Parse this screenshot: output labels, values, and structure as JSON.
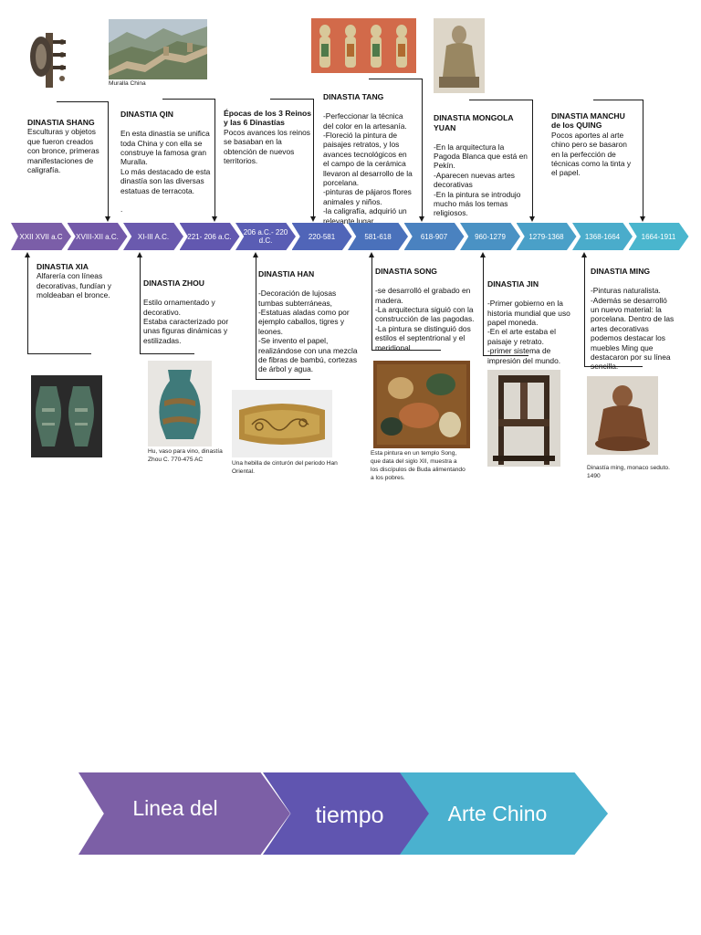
{
  "timeline": [
    {
      "label": "XXII XVII a.C",
      "color": "#7b5ea8"
    },
    {
      "label": "XVIII-XII a.C.",
      "color": "#7359a9"
    },
    {
      "label": "XI-III A.C.",
      "color": "#6a5aae"
    },
    {
      "label": "221- 206 a.C.",
      "color": "#6258b0"
    },
    {
      "label": "206 a.C.- 220 d.C.",
      "color": "#5a5db4"
    },
    {
      "label": "220-581",
      "color": "#5065b8"
    },
    {
      "label": "581-618",
      "color": "#4a71bb"
    },
    {
      "label": "618-907",
      "color": "#4a82c0"
    },
    {
      "label": "960-1279",
      "color": "#4a92c4"
    },
    {
      "label": "1279-1368",
      "color": "#4aa0c8"
    },
    {
      "label": "1368-1664",
      "color": "#4aaccb"
    },
    {
      "label": "1664-1911",
      "color": "#4ab6ce"
    }
  ],
  "top": {
    "shang": {
      "title": "DINASTIA SHANG",
      "body": "Esculturas y objetos que fueron creados con bronce, primeras manifestaciones de caligrafía."
    },
    "qin": {
      "title": "DINASTIA QIN",
      "body": "En esta  dinastía se unifica toda China y con ella se construye la famosa gran Muralla.\n Lo más destacado de esta dinastía son las diversas estatuas de terracota.\n\n."
    },
    "tres_reinos": {
      "title": "Épocas de los 3 Reinos y las 6 Dinastías",
      "body": "Pocos avances los reinos se basaban en la obtención de nuevos territorios."
    },
    "tang": {
      "title": "DINASTIA TANG",
      "body": "-Perfeccionar la técnica del color en la artesanía.\n-Floreció la pintura de paisajes retratos, y los avances tecnológicos en el campo de la cerámica llevaron al desarrollo de la porcelana.\n-pinturas de pájaros flores animales y niños.\n-la caligrafía, adquirió un relevante lugar."
    },
    "yuan": {
      "title": "DINASTIA MONGOLA YUAN",
      "body": " -En la arquitectura la Pagoda Blanca que está en Pekín.\n-Aparecen nuevas artes decorativas\n-En la pintura se introdujo mucho más los temas religiosos."
    },
    "qing": {
      "title": "DINASTIA MANCHU de los QUING",
      "body": "Pocos aportes al arte chino pero se basaron en la perfección de técnicas como la tinta y el papel."
    }
  },
  "bottom": {
    "xia": {
      "title": "DINASTIA XIA",
      "body": "Alfarería con líneas decorativas, fundían y moldeaban el bronce."
    },
    "zhou": {
      "title": "DINASTIA ZHOU",
      "body": "Estilo ornamentado y decorativo.\n Estaba caracterizado por unas figuras dinámicas y estilizadas."
    },
    "han": {
      "title": "DINASTIA HAN",
      "body": "-Decoración de lujosas tumbas subterráneas,\n-Estatuas aladas como por ejemplo caballos, tigres y leones.\n -Se invento el papel, realizándose con una mezcla de fibras de bambú, cortezas de árbol y agua."
    },
    "song": {
      "title": "DINASTIA SONG",
      "body": "-se desarrolló el grabado en madera.\n -La arquitectura siguió con la construcción de las pagodas.\n -La pintura se distinguió dos estilos el septentrional y el meridional."
    },
    "jin": {
      "title": "DINASTIA JIN",
      "body": "-Primer gobierno en la historia mundial que uso papel moneda.\n-En el arte estaba el paisaje y retrato.\n-primer sistema de impresión del mundo."
    },
    "ming": {
      "title": "DINASTIA MING",
      "body": "-Pinturas naturalista.\n -Además se desarrolló un nuevo material: la porcelana. Dentro de las artes decorativas podemos destacar los muebles Ming que  destacaron por su línea sencilla."
    }
  },
  "captions": {
    "muralla": "Muralla China",
    "zhou_vase": "Hu, vaso para vino, dinastía Zhou C. 770-475 AC",
    "han_belt": "Una hebilla de cinturón del periodo Han Oriental.",
    "song_painting": "Esta pintura en un templo Song, que data del siglo XII, muestra a los discípulos de Buda alimentando a los pobres.",
    "ming_monk": "Dinastía ming, monaco seduto. 1490"
  },
  "banner": {
    "part1": "Linea del",
    "part2": "tiempo",
    "part3": "Arte Chino"
  }
}
